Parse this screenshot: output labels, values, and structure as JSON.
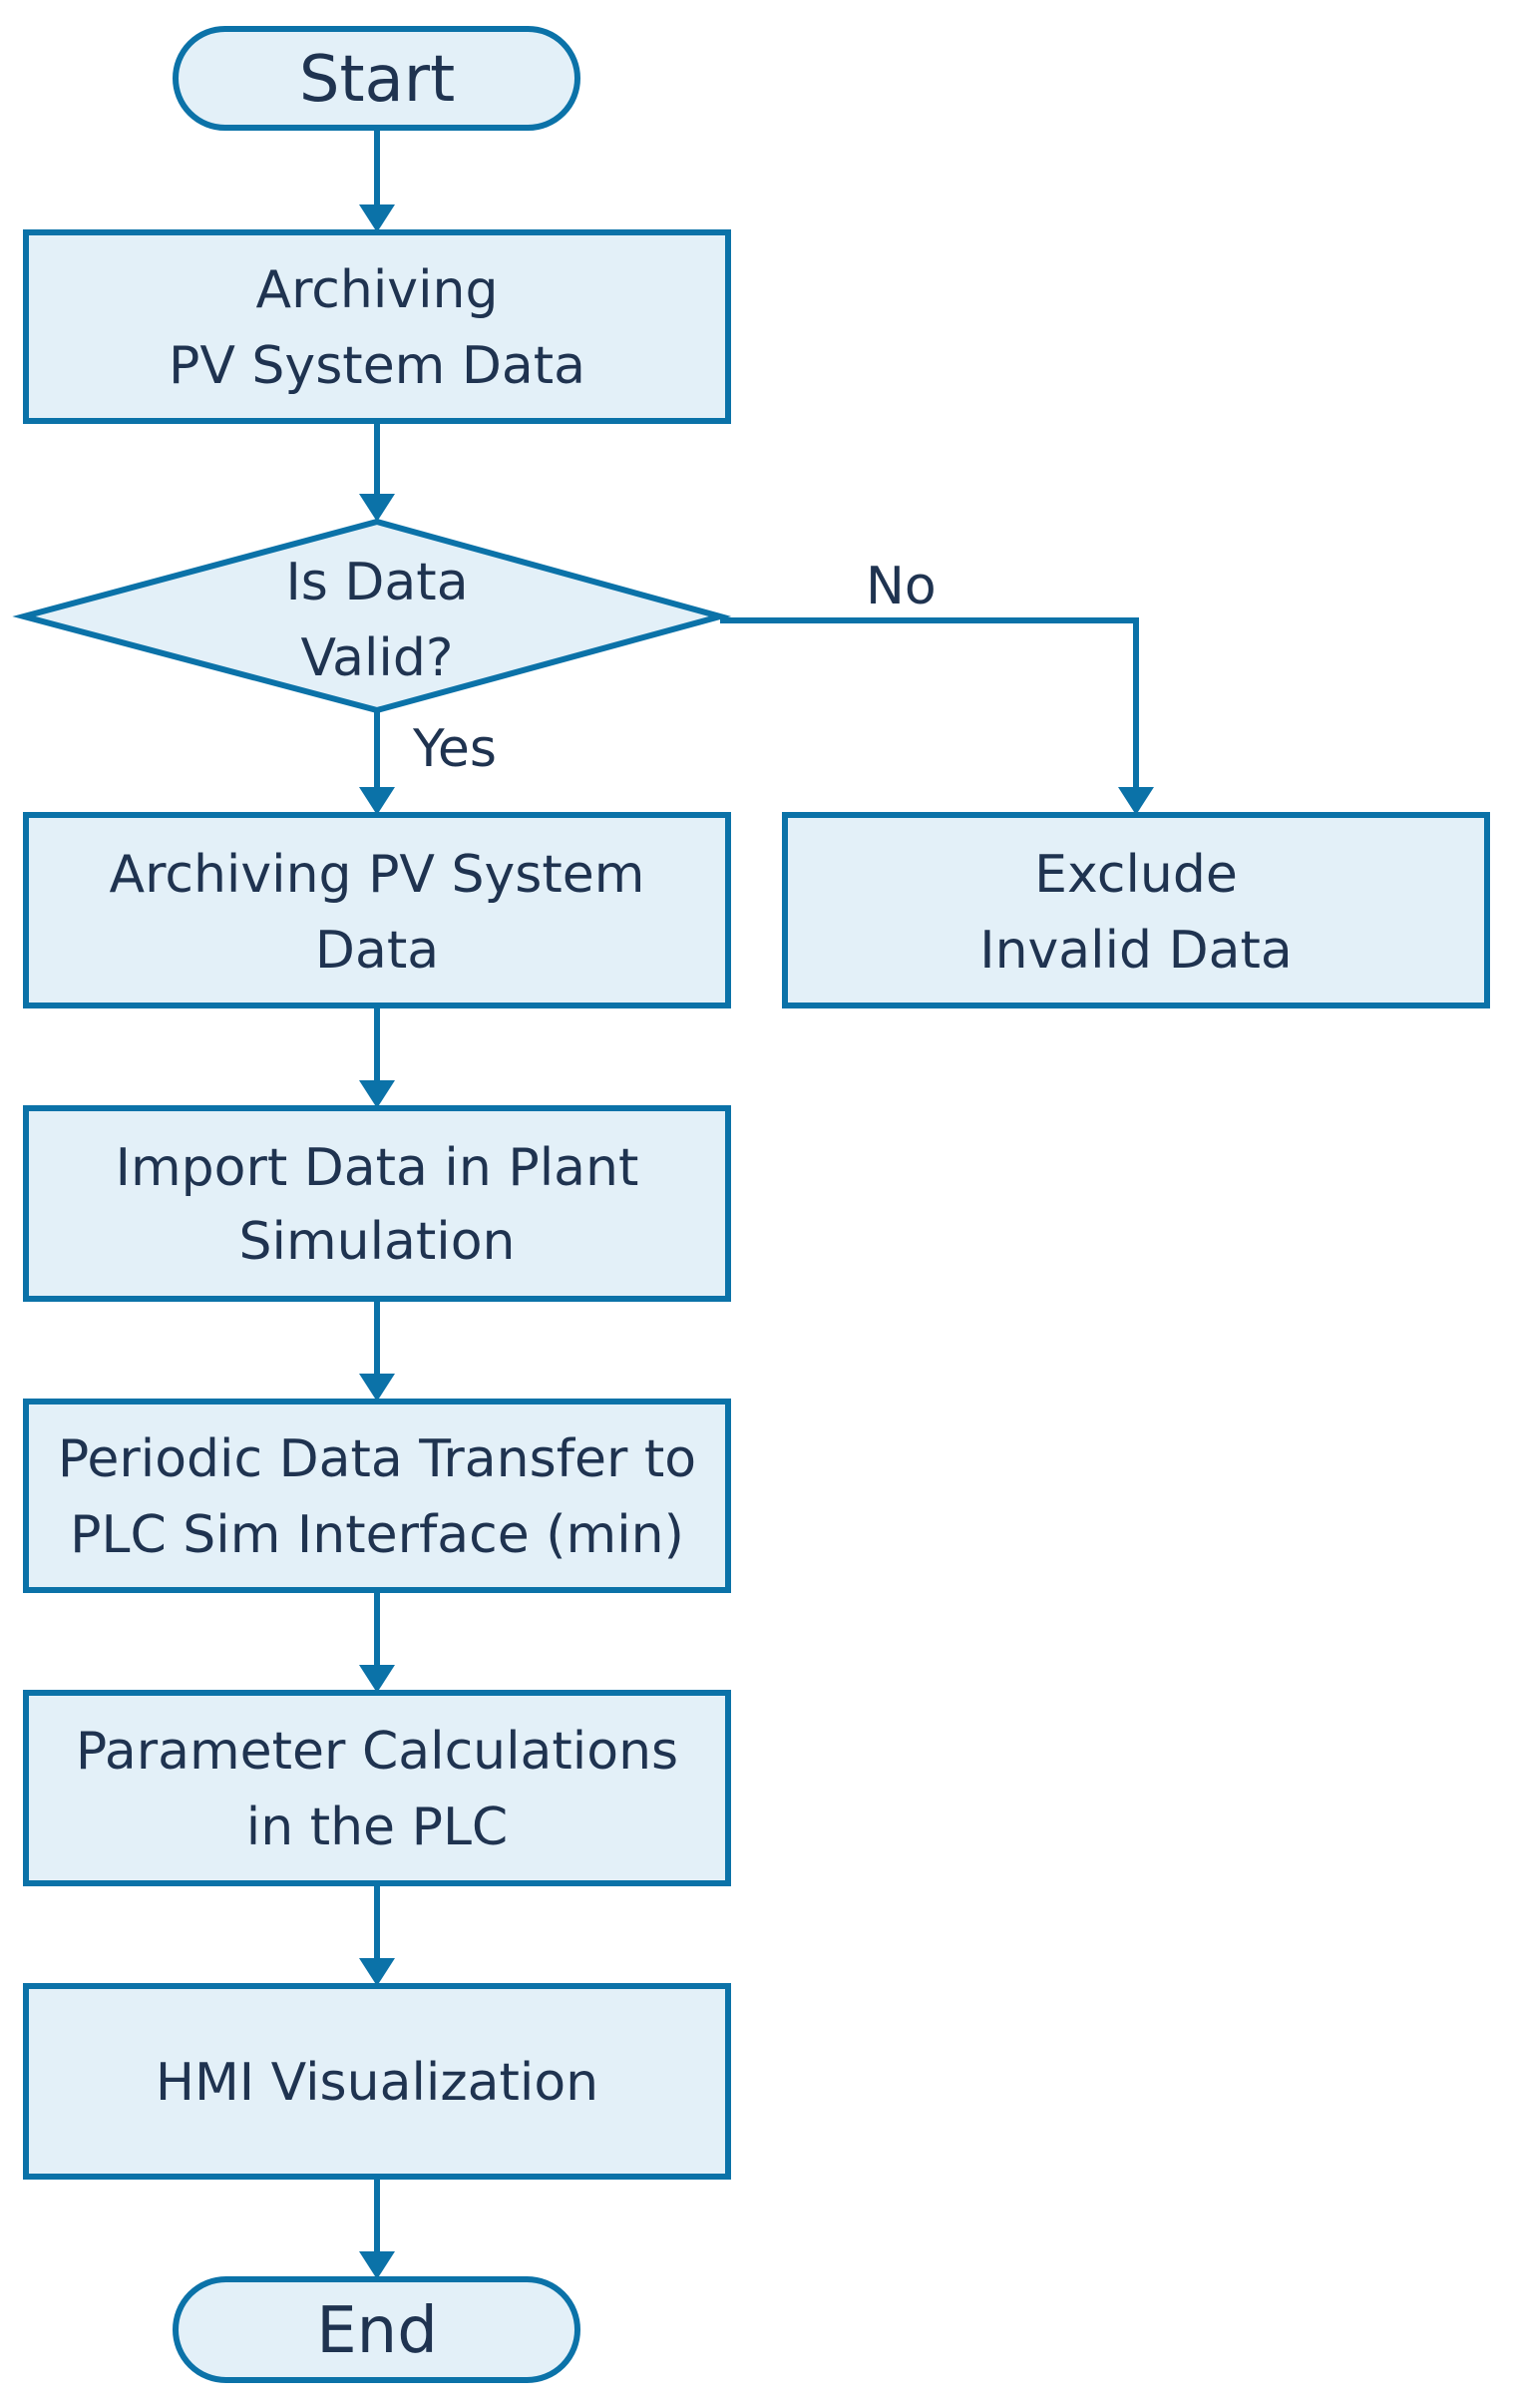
{
  "nodes": {
    "start": {
      "lines": [
        "Start"
      ]
    },
    "archive1": {
      "lines": [
        "Archiving",
        "PV System Data"
      ]
    },
    "decision": {
      "lines": [
        "Is Data",
        "Valid?"
      ]
    },
    "archive2": {
      "lines": [
        "Archiving PV System",
        "Data"
      ]
    },
    "exclude": {
      "lines": [
        "Exclude",
        "Invalid Data"
      ]
    },
    "import": {
      "lines": [
        "Import Data in Plant",
        "Simulation"
      ]
    },
    "transfer": {
      "lines": [
        "Periodic Data Transfer to",
        "PLC Sim Interface (min)"
      ]
    },
    "calc": {
      "lines": [
        "Parameter Calculations",
        "in the PLC"
      ]
    },
    "hmi": {
      "lines": [
        "HMI Visualization"
      ]
    },
    "end": {
      "lines": [
        "End"
      ]
    }
  },
  "edges": {
    "no": "No",
    "yes": "Yes"
  },
  "colors": {
    "fill": "#e3f0f8",
    "stroke": "#0b72a8",
    "text": "#1f3350"
  }
}
